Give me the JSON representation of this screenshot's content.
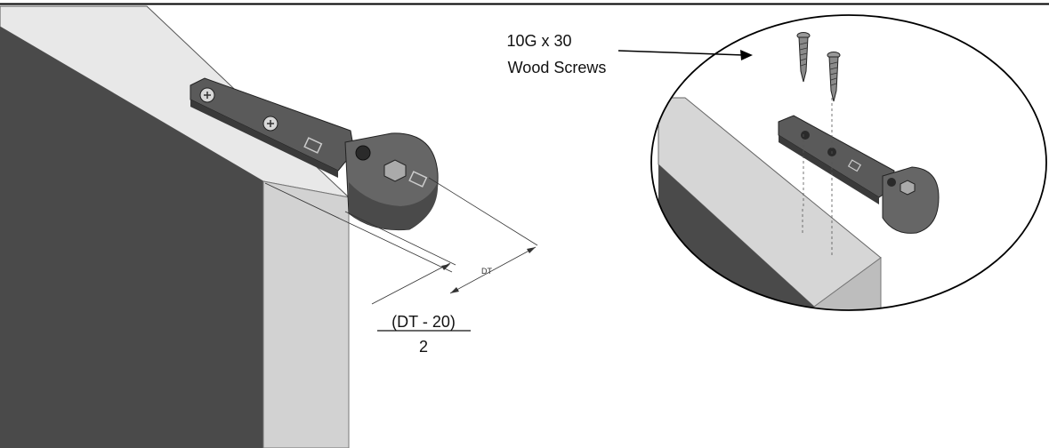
{
  "callout": {
    "line1": "10G x 30",
    "line2": "Wood Screws"
  },
  "dimensions": {
    "dt_label": "DT",
    "offset_numerator": "(DT - 20)",
    "offset_denominator": "2"
  },
  "colors": {
    "door_face": "#4a4a4a",
    "door_edge": "#d2d2d2",
    "hardware": "#5a5a5a",
    "line": "#000000"
  }
}
